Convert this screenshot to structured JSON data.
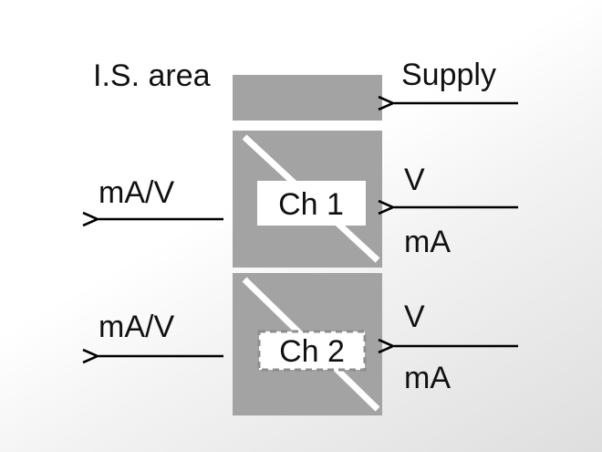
{
  "labels": {
    "area": "I.S. area",
    "supply": "Supply",
    "ch1_out": "mA/V",
    "ch1_in_v": "V",
    "ch1_in_ma": "mA",
    "ch2_out": "mA/V",
    "ch2_in_v": "V",
    "ch2_in_ma": "mA"
  },
  "channels": [
    {
      "label": "Ch 1",
      "border": "solid"
    },
    {
      "label": "Ch 2",
      "border": "dashed"
    }
  ],
  "colors": {
    "module": "#a3a3a3",
    "divider": "#ffffff",
    "channel_box": "#ffffff",
    "arrow": "#000000",
    "text": "#111111"
  }
}
